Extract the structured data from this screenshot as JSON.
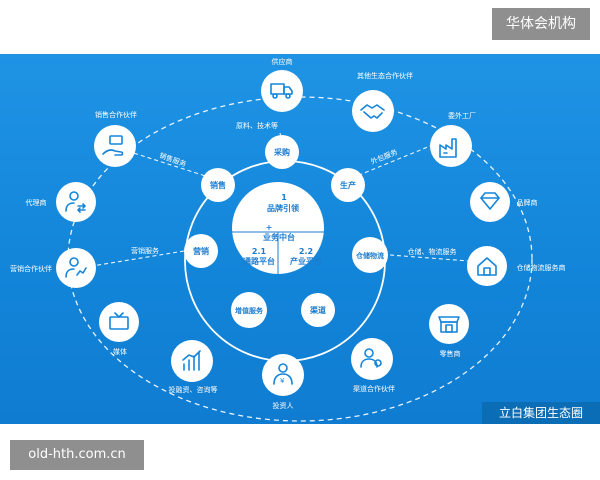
{
  "watermark_top": "华体会机构",
  "watermark_bottom": "old-hth.com.cn",
  "caption": "立白集团生态圈",
  "hub": {
    "plus": "+",
    "top_num": "1",
    "top_label": "品牌引领",
    "mid_label": "业务中台",
    "left_num": "2.1",
    "left_label": "通路平台",
    "right_num": "2.2",
    "right_label": "产业平台"
  },
  "ring_nodes": [
    "采购",
    "生产",
    "仓储物流",
    "渠道",
    "增值服务",
    "营销",
    "销售"
  ],
  "outer_partners": [
    "供应商",
    "其他生态合作伙伴",
    "委外工厂",
    "品牌商",
    "仓储物流服务商",
    "零售商",
    "渠道合作伙伴",
    "投资人",
    "投融资、咨询等",
    "媒体",
    "营销合作伙伴",
    "代理商",
    "销售合作伙伴"
  ],
  "link_labels": [
    "原料、技术等",
    "外包服务",
    "仓储、物流服务",
    "营销服务",
    "销售服务"
  ]
}
